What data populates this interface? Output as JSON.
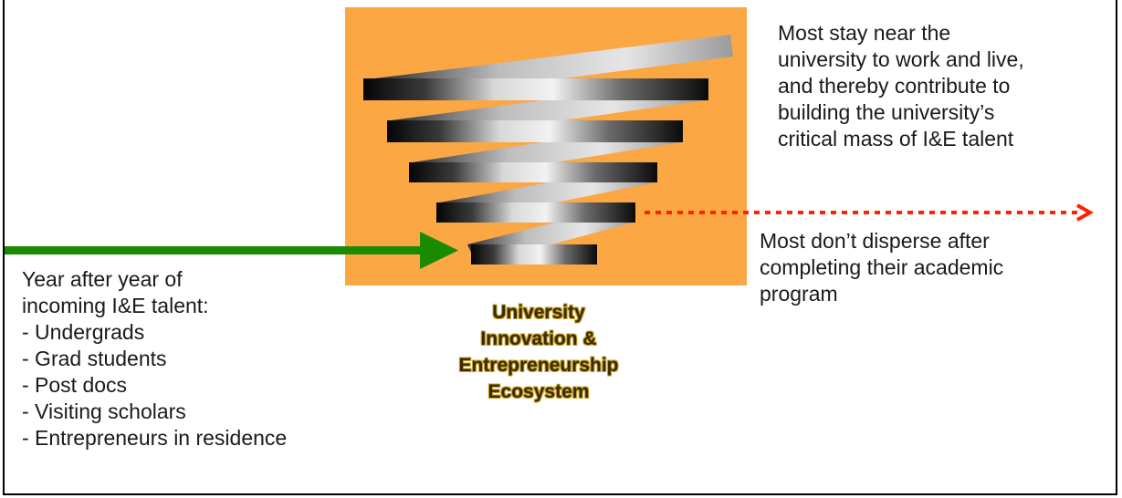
{
  "top_heading_fragment": "",
  "ecosystem": {
    "label_lines": [
      "University",
      "Innovation &",
      "Entrepreneurship",
      "Ecosystem"
    ],
    "box_color": "#fba743"
  },
  "stay": {
    "lines": [
      "Most stay near the",
      "university to work and live,",
      "and thereby contribute to",
      "building the university’s",
      "critical mass of I&E talent"
    ]
  },
  "disperse": {
    "lines": [
      "Most don’t disperse after",
      "completing their academic",
      "program"
    ],
    "arrow_color": "#ff2200"
  },
  "incoming": {
    "heading_lines": [
      "Year after year of",
      "incoming I&E talent:"
    ],
    "items": [
      "- Undergrads",
      "- Grad students",
      "- Post docs",
      "- Visiting scholars",
      "- Entrepreneurs in residence"
    ],
    "arrow_color": "#1a8a00"
  }
}
